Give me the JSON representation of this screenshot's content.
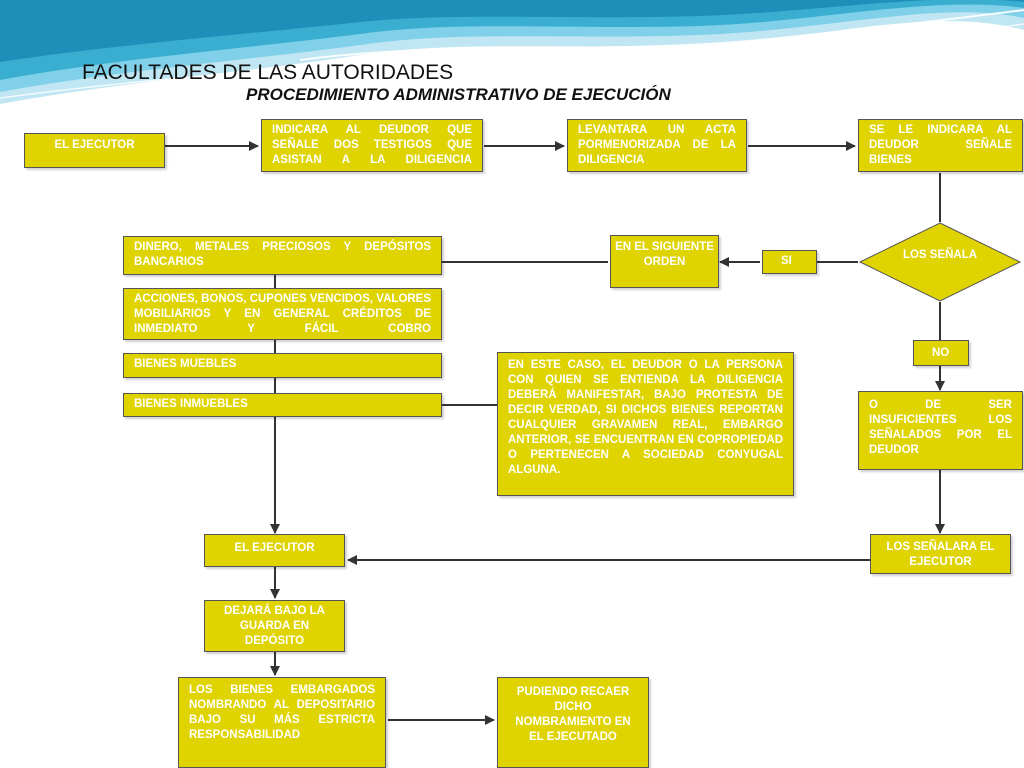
{
  "colors": {
    "box_fill": "#dfd300",
    "box_text": "#ffffff",
    "connector": "#333333",
    "wave": "#2fa8c8"
  },
  "title": "FACULTADES DE LAS AUTORIDADES",
  "subtitle": "PROCEDIMIENTO ADMINISTRATIVO DE EJECUCIÓN",
  "nodes": {
    "ejecutor_1": "EL EJECUTOR",
    "testigos": "INDICARA AL DEUDOR QUE SEÑALE DOS TESTIGOS QUE ASISTAN A LA DILIGENCIA",
    "acta": "LEVANTARA UN ACTA PORMENORIZADA DE LA DILIGENCIA",
    "senale_bienes": "SE LE INDICARA AL DEUDOR SEÑALE BIENES",
    "decision": "LOS SEÑALA",
    "si": "SI",
    "no": "NO",
    "orden": "EN EL SIGUIENTE ORDEN",
    "dinero": "DINERO, METALES PRECIOSOS Y DEPÓSITOS BANCARIOS",
    "acciones": "ACCIONES, BONOS, CUPONES VENCIDOS, VALORES MOBILIARIOS Y EN GENERAL CRÉDITOS DE INMEDIATO Y FÁCIL COBRO",
    "muebles": "BIENES MUEBLES",
    "inmuebles": "BIENES INMUEBLES",
    "caso": "EN ESTE CASO, EL DEUDOR O LA PERSONA CON QUIEN SE ENTIENDA LA DILIGENCIA DEBERÁ MANIFESTAR, BAJO PROTESTA DE DECIR VERDAD, SI DICHOS BIENES REPORTAN CUALQUIER GRAVAMEN REAL, EMBARGO ANTERIOR, SE ENCUENTRAN EN COPROPIEDAD O PERTENECEN A SOCIEDAD CONYUGAL ALGUNA.",
    "insuficientes": "O DE SER INSUFICIENTES LOS SEÑALADOS POR EL DEUDOR",
    "senalara": "LOS SEÑALARA EL EJECUTOR",
    "ejecutor_2": "EL EJECUTOR",
    "guarda": "DEJARÁ BAJO LA GUARDA EN DEPÓSITO",
    "embargados": "LOS BIENES EMBARGADOS NOMBRANDO AL DEPOSITARIO BAJO SU MÁS ESTRICTA RESPONSABILIDAD",
    "recaer": "PUDIENDO RECAER DICHO NOMBRAMIENTO EN EL EJECUTADO"
  }
}
